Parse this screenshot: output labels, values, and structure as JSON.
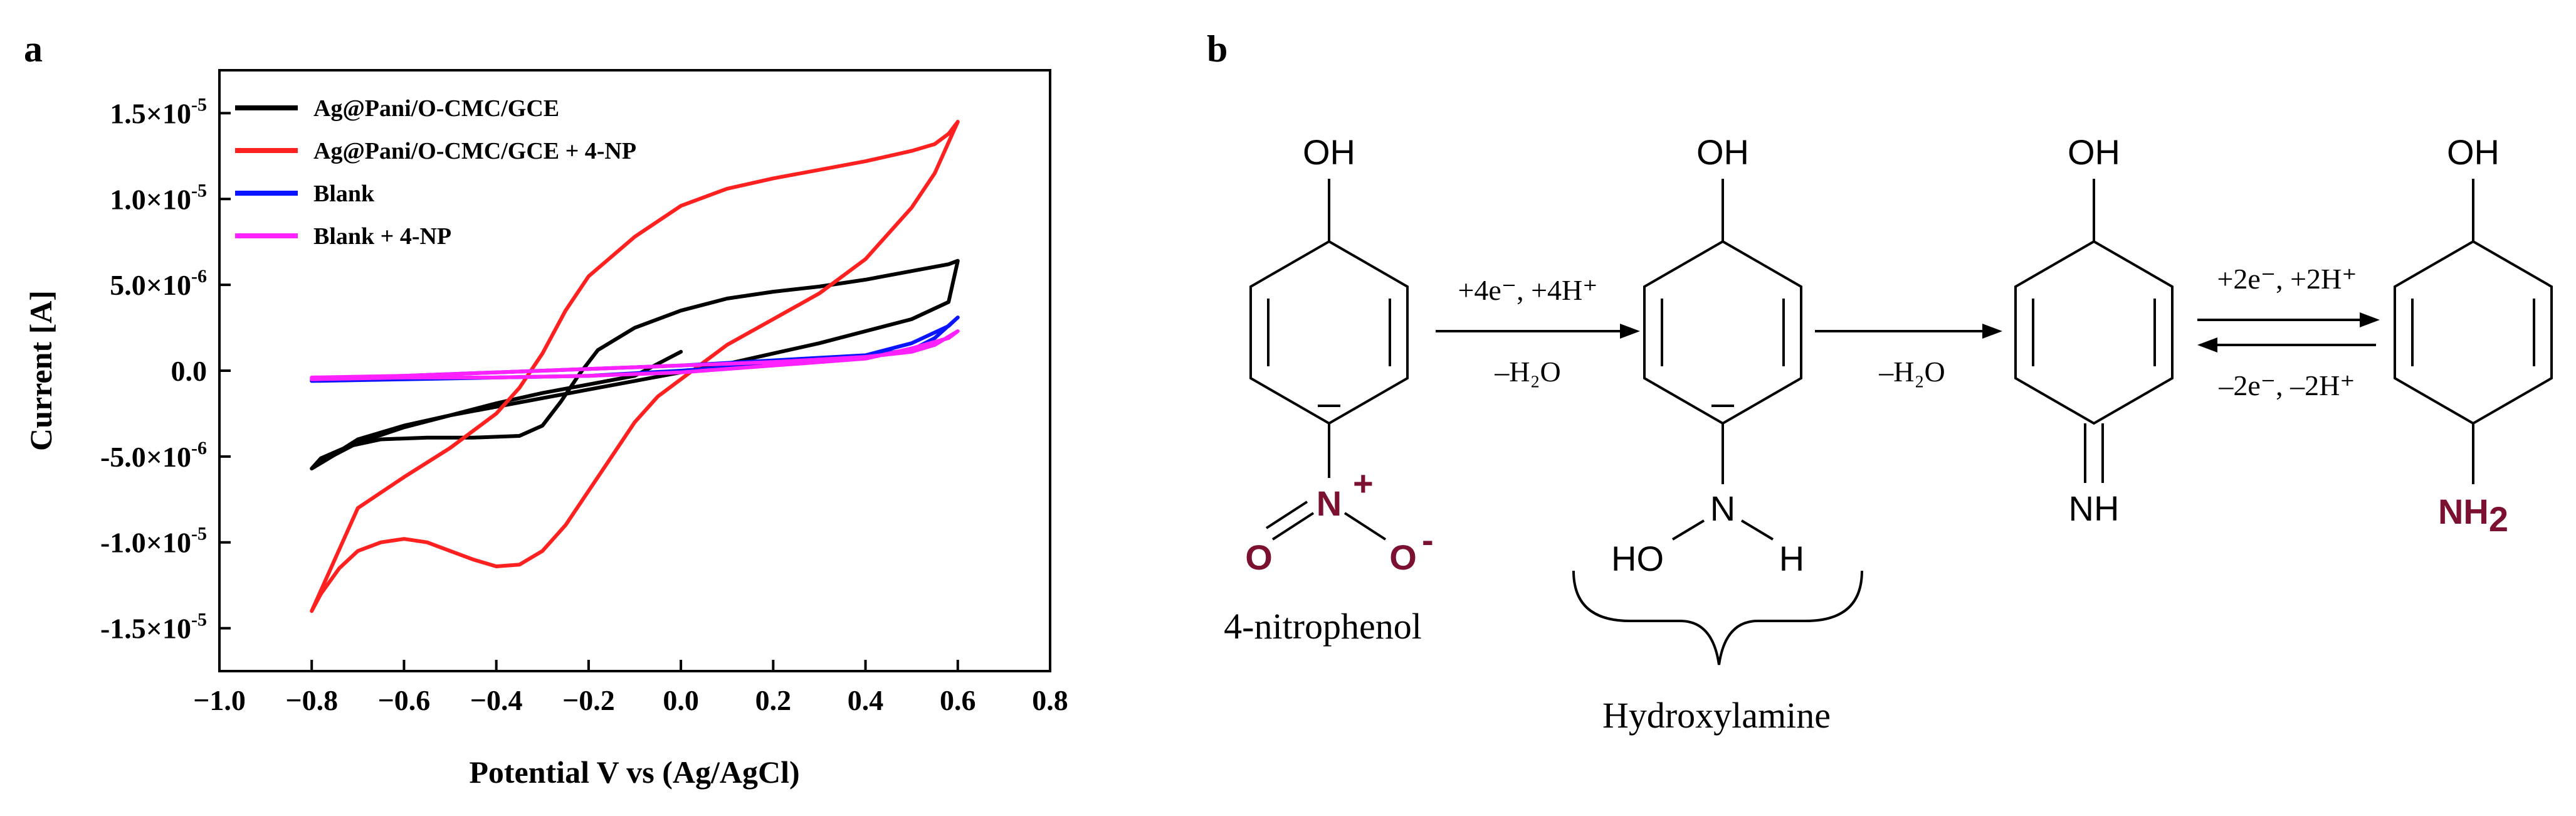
{
  "panels": {
    "a": "a",
    "b": "b"
  },
  "chart_data": {
    "type": "line",
    "xlabel": "Potential V vs (Ag/AgCl)",
    "ylabel": "Current [A]",
    "xlim": [
      -1.0,
      0.8
    ],
    "ylim": [
      -1.75e-05,
      1.75e-05
    ],
    "x_ticks": [
      "-1.0",
      "-0.8",
      "-0.6",
      "-0.4",
      "-0.2",
      "0.0",
      "0.2",
      "0.4",
      "0.6",
      "0.8"
    ],
    "y_ticks": [
      {
        "value": 1.5e-05,
        "label": "1.5×10",
        "exp": "-5"
      },
      {
        "value": 1e-05,
        "label": "1.0×10",
        "exp": "-5"
      },
      {
        "value": 5e-06,
        "label": "5.0×10",
        "exp": "-6"
      },
      {
        "value": 0.0,
        "label": "0.0",
        "exp": ""
      },
      {
        "value": -5e-06,
        "label": "-5.0×10",
        "exp": "-6"
      },
      {
        "value": -1e-05,
        "label": "-1.0×10",
        "exp": "-5"
      },
      {
        "value": -1.5e-05,
        "label": "-1.5×10",
        "exp": "-5"
      }
    ],
    "legend_position": "top-left",
    "grid": false,
    "series": [
      {
        "name": "Ag@Pani/O-CMC/GCE",
        "color": "#000000",
        "x": [
          0.0,
          -0.1,
          -0.2,
          -0.3,
          -0.4,
          -0.5,
          -0.6,
          -0.7,
          -0.75,
          -0.8,
          -0.78,
          -0.72,
          -0.65,
          -0.55,
          -0.45,
          -0.35,
          -0.3,
          -0.26,
          -0.22,
          -0.18,
          -0.1,
          0.0,
          0.1,
          0.2,
          0.3,
          0.4,
          0.5,
          0.58,
          0.6,
          0.58,
          0.5,
          0.4,
          0.3,
          0.2,
          0.1,
          0.0,
          -0.1,
          -0.2,
          -0.3,
          -0.4,
          -0.5,
          -0.6,
          -0.7,
          -0.8
        ],
        "y": [
          1.1e-06,
          -3e-07,
          -8e-07,
          -1.3e-06,
          -1.9e-06,
          -2.6e-06,
          -3.3e-06,
          -4.2e-06,
          -4.9e-06,
          -5.7e-06,
          -5.1e-06,
          -4.4e-06,
          -4e-06,
          -3.9e-06,
          -3.9e-06,
          -3.8e-06,
          -3.2e-06,
          -1.8e-06,
          -2e-07,
          1.2e-06,
          2.5e-06,
          3.5e-06,
          4.2e-06,
          4.6e-06,
          4.9e-06,
          5.3e-06,
          5.8e-06,
          6.2e-06,
          6.4e-06,
          4e-06,
          3e-06,
          2.3e-06,
          1.6e-06,
          1e-06,
          4e-07,
          -1e-07,
          -6e-07,
          -1.1e-06,
          -1.6e-06,
          -2.1e-06,
          -2.6e-06,
          -3.2e-06,
          -4e-06,
          -5.7e-06
        ]
      },
      {
        "name": "Ag@Pani/O-CMC/GCE + 4-NP",
        "color": "#ff2020",
        "x": [
          -0.8,
          -0.78,
          -0.74,
          -0.7,
          -0.65,
          -0.6,
          -0.55,
          -0.5,
          -0.45,
          -0.4,
          -0.35,
          -0.3,
          -0.25,
          -0.2,
          -0.15,
          -0.1,
          -0.05,
          0.0,
          0.05,
          0.1,
          0.2,
          0.3,
          0.4,
          0.5,
          0.55,
          0.6,
          0.58,
          0.55,
          0.5,
          0.4,
          0.3,
          0.2,
          0.1,
          0.0,
          -0.1,
          -0.2,
          -0.25,
          -0.3,
          -0.35,
          -0.4,
          -0.5,
          -0.6,
          -0.7,
          -0.8
        ],
        "y": [
          -1.4e-05,
          -1.3e-05,
          -1.15e-05,
          -1.05e-05,
          -1e-05,
          -9.8e-06,
          -1e-05,
          -1.05e-05,
          -1.1e-05,
          -1.14e-05,
          -1.13e-05,
          -1.05e-05,
          -9e-06,
          -7e-06,
          -5e-06,
          -3e-06,
          -1.5e-06,
          -5e-07,
          5e-07,
          1.5e-06,
          3e-06,
          4.5e-06,
          6.5e-06,
          9.5e-06,
          1.15e-05,
          1.45e-05,
          1.38e-05,
          1.32e-05,
          1.28e-05,
          1.22e-05,
          1.17e-05,
          1.12e-05,
          1.06e-05,
          9.6e-06,
          7.8e-06,
          5.5e-06,
          3.5e-06,
          1e-06,
          -1e-06,
          -2.5e-06,
          -4.5e-06,
          -6.2e-06,
          -8e-06,
          -1.4e-05
        ]
      },
      {
        "name": "Blank",
        "color": "#0a14ff",
        "x": [
          -0.8,
          -0.6,
          -0.4,
          -0.2,
          0.0,
          0.2,
          0.4,
          0.5,
          0.55,
          0.6,
          0.58,
          0.5,
          0.4,
          0.2,
          0.0,
          -0.2,
          -0.4,
          -0.6,
          -0.8
        ],
        "y": [
          -5e-07,
          -3e-07,
          -1e-07,
          1e-07,
          3e-07,
          6e-07,
          9e-07,
          1.2e-06,
          1.9e-06,
          3.1e-06,
          2.6e-06,
          1.6e-06,
          9e-07,
          4e-07,
          0.0,
          -3e-07,
          -4e-07,
          -5e-07,
          -6e-07
        ]
      },
      {
        "name": "Blank + 4-NP",
        "color": "#ff22ff",
        "x": [
          -0.8,
          -0.6,
          -0.4,
          -0.2,
          0.0,
          0.2,
          0.4,
          0.5,
          0.55,
          0.6,
          0.58,
          0.5,
          0.4,
          0.2,
          0.0,
          -0.2,
          -0.4,
          -0.6,
          -0.8
        ],
        "y": [
          -4e-07,
          -3e-07,
          -1e-07,
          1e-07,
          3e-07,
          5e-07,
          8e-07,
          1.1e-06,
          1.5e-06,
          2.3e-06,
          1.9e-06,
          1.3e-06,
          7e-07,
          3e-07,
          -1e-07,
          -3e-07,
          -4e-07,
          -4e-07,
          -5e-07
        ]
      }
    ]
  },
  "scheme": {
    "oh": "OH",
    "nh": "NH",
    "ho": "HO",
    "n": "N",
    "h": "H",
    "n_plus": "N",
    "n_charge": "+",
    "o_left": "O",
    "o_right": "O",
    "o_charge": "-",
    "nh2_main": "NH",
    "nh2_sub": "2",
    "step1_top": "+4e⁻, +4H⁺",
    "step1_bottom": "–H₂O",
    "step2_top": "–H₂O",
    "step3_top": "+2e⁻, +2H⁺",
    "step3_bottom": "–2e⁻, –2H⁺",
    "label_nitrophenol": "4-nitrophenol",
    "label_hydroxylamine": "Hydroxylamine"
  }
}
